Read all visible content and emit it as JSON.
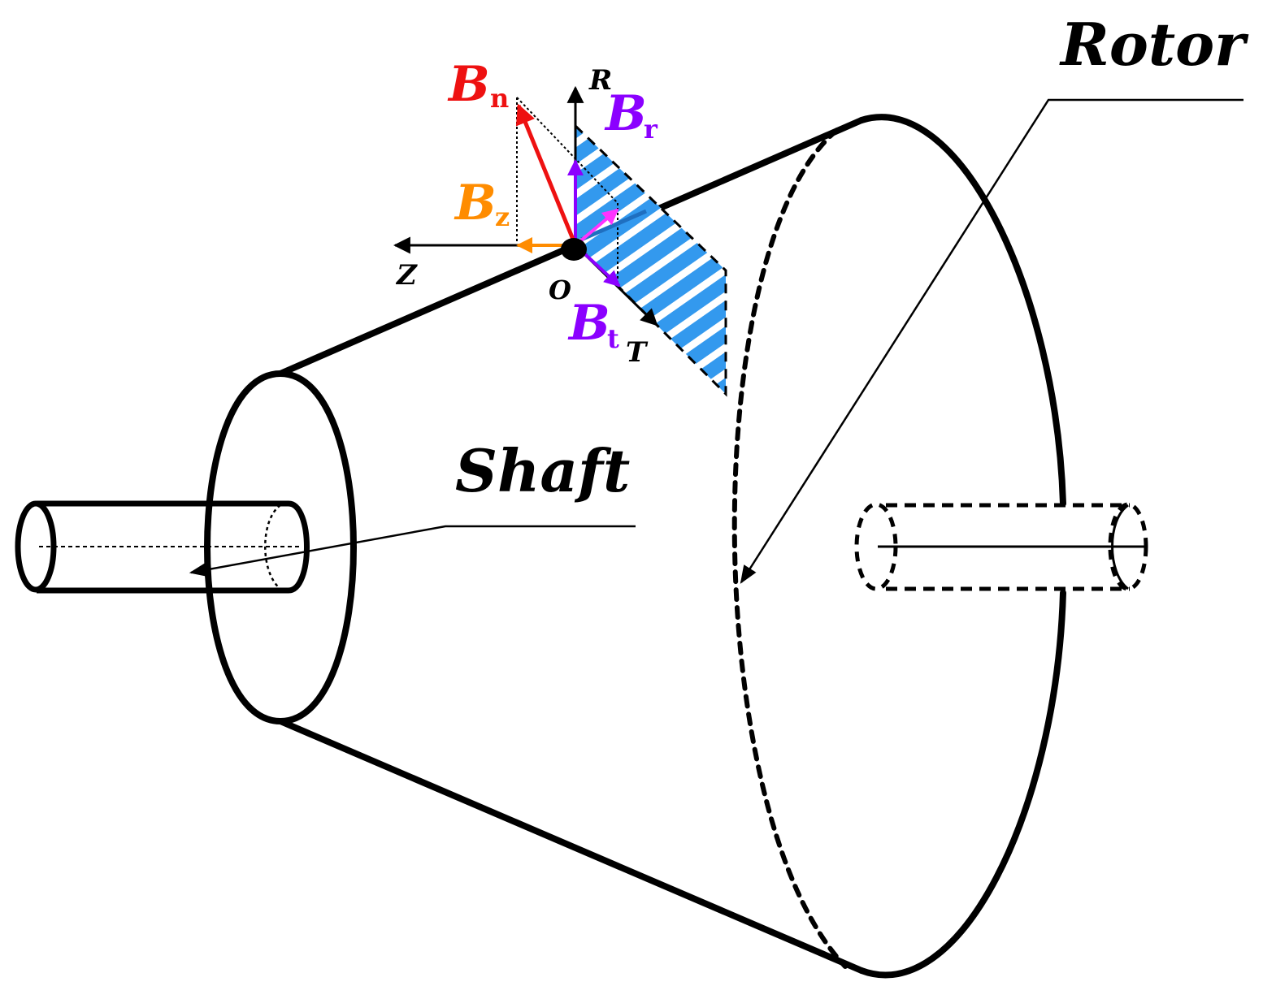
{
  "labels": {
    "rotor": "Rotor",
    "shaft": "Shaft",
    "origin": "O",
    "axis_z": "Z",
    "axis_r": "R",
    "axis_t": "T"
  },
  "vectors": {
    "bn": {
      "main": "B",
      "sub": "n",
      "color": "#ee1111"
    },
    "br": {
      "main": "B",
      "sub": "r",
      "color": "#8b00ff"
    },
    "bz": {
      "main": "B",
      "sub": "z",
      "color": "#ff8c00"
    },
    "bt": {
      "main": "B",
      "sub": "t",
      "color": "#8b00ff"
    }
  },
  "colors": {
    "outline": "#000000",
    "plane_fill": "#3399ee",
    "tangent_vector": "#ff33ff"
  }
}
